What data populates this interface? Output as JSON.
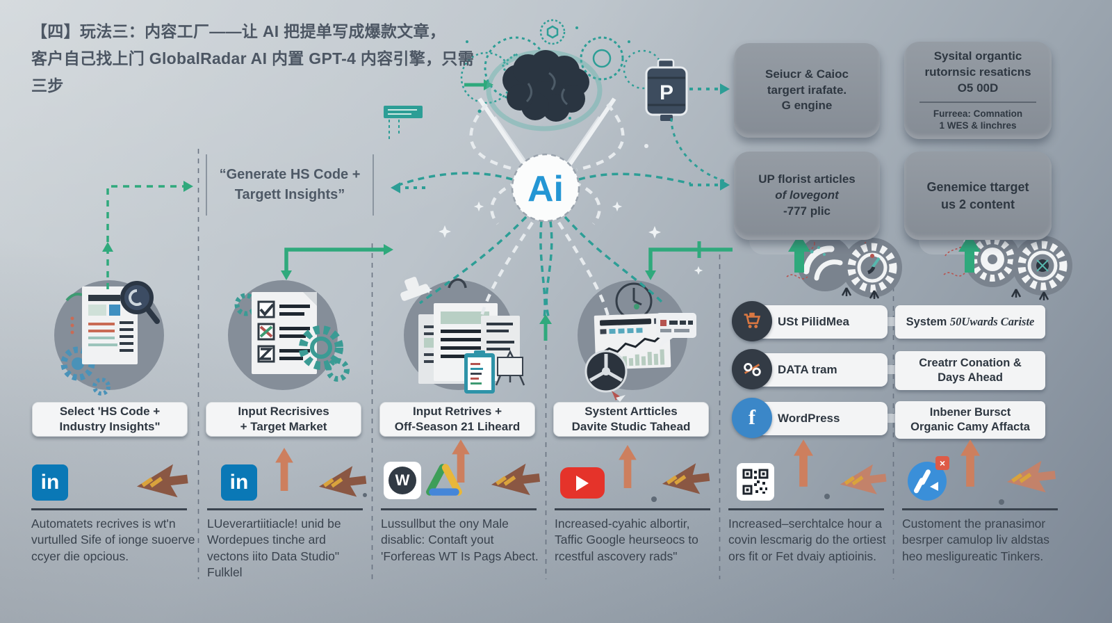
{
  "title": {
    "line1": "【四】玩法三：内容工厂——让 AI 把提单写成爆款文章，",
    "line2": "客户自己找上门 GlobalRadar AI 内置 GPT-4 内容引擎，只需三步"
  },
  "quote": {
    "line1": "“Generate HS Code +",
    "line2": "Targett Insights”"
  },
  "hub": {
    "ai_label": "Ai",
    "p_label": "P"
  },
  "info_boxes": [
    {
      "line1": "Seiucr & Caioc",
      "line2": "targert irafate.",
      "line3": "G engine"
    },
    {
      "line1": "Sysital organtic",
      "line2": "rutornsic resaticns",
      "line3": "O5 00D",
      "foot1": "Furreea: Comnation",
      "foot2": "1 WES & Iinchres"
    },
    {
      "line1": "UP florist articles",
      "line2": "of lovegont",
      "line3": "-777 plic"
    },
    {
      "line1": "Genemice ttarget",
      "line2": "us 2 content"
    }
  ],
  "steps": [
    {
      "line1": "Select 'HS Code +",
      "line2": "Industry Insights\""
    },
    {
      "line1": "Input Recrisives",
      "line2": "+ Target Market"
    },
    {
      "line1": "Input Retrives +",
      "line2": "Off-Season 21 Liheard"
    },
    {
      "line1": "Systent Artticles",
      "line2": "Davite Studic Tahead"
    }
  ],
  "tools": [
    {
      "icon": "cart-icon",
      "label": "USt PilidMea",
      "target_normal": "System ",
      "target_italic": "50Uwards Cariste"
    },
    {
      "icon": "glasses-icon",
      "label": "DATA tram",
      "target_line1": "Creatrr Conation &",
      "target_line2": "Days Ahead"
    },
    {
      "icon": "facebook-icon",
      "label": "WordPress",
      "target_line1": "Inbener Bursct",
      "target_line2": "Organic Camy Affacta"
    }
  ],
  "icon_letters": {
    "linkedin": "in",
    "wordpress": "W",
    "facebook": "f",
    "close_badge": "×"
  },
  "footer_cols": [
    {
      "icons": [
        "linkedin-icon"
      ],
      "text": "Automatets recrives is wt'n vurtulled Sife of ionge suoerve ccyer die opcious."
    },
    {
      "icons": [
        "linkedin-icon"
      ],
      "text": "LUeverartiitiacle! unid be Wordepues tinche ard vectons iito Data Studio\" Fulklel"
    },
    {
      "icons": [
        "wordpress-icon",
        "google-drive-icon"
      ],
      "text": "Lussullbut the ony Male disablic: Contaft yout 'Forfereas WT Is Pags Abect."
    },
    {
      "icons": [
        "youtube-icon"
      ],
      "text": "Increased-cyahic albortir, Taffic Google heurseocs to rcestful ascovery rads\""
    },
    {
      "icons": [
        "qr-code-icon"
      ],
      "text": "Increased–serchtalce hour a covin lescmarig do the ortiest ors fit or Fet dvaiy aptioinis."
    },
    {
      "icons": [
        "ai-content-icon"
      ],
      "text": "Customent the pranasimor besrper camulop liv aldstas heo mesligureatic Tinkers."
    }
  ],
  "colors": {
    "teal": "#2d9e96",
    "green": "#2fa97c",
    "ai_blue": "#2496d4",
    "orange_arrow": "#cd7f5e",
    "cursor_brown": "#8a5743",
    "dark_text": "#2e3741"
  }
}
